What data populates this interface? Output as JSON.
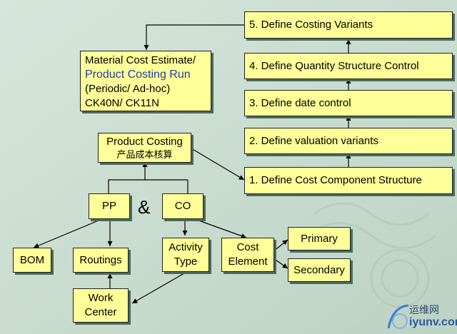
{
  "boxes": {
    "material_cost": {
      "line1": "Material Cost Estimate/",
      "line2": "Product Costing Run",
      "line3": "(Periodic/ Ad-hoc)",
      "line4": "CK40N/ CK11N"
    },
    "product_costing": {
      "line1": "Product Costing",
      "line2": "产品成本核算"
    },
    "pp": "PP",
    "co": "CO",
    "bom": "BOM",
    "routings": "Routings",
    "work_center": {
      "line1": "Work",
      "line2": "Center"
    },
    "activity_type": {
      "line1": "Activity",
      "line2": "Type"
    },
    "cost_element": {
      "line1": "Cost",
      "line2": "Element"
    },
    "primary": "Primary",
    "secondary": "Secondary",
    "step1": "1. Define Cost Component Structure",
    "step2": "2. Define valuation variants",
    "step3": "3. Define date control",
    "step4": "4. Define Quantity Structure Control",
    "step5": "5. Define Costing Variants"
  },
  "ampersand": "&",
  "watermark": {
    "cn": "运维网",
    "url": "iyunv.com"
  },
  "colors": {
    "box_fill": "#ffff99",
    "background": "#c9dccf",
    "highlight_text": "#1f3fa8"
  }
}
